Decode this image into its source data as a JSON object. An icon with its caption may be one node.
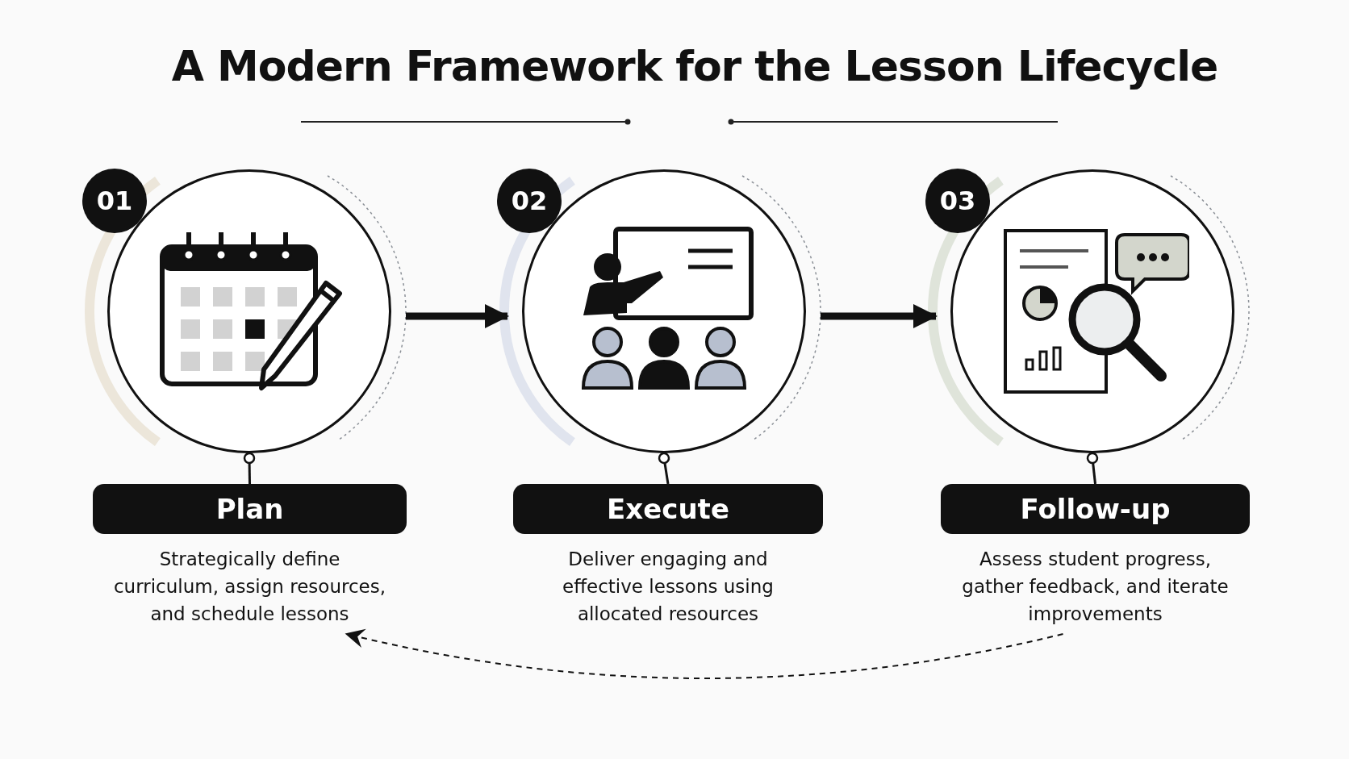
{
  "diagram": {
    "title": "A Modern Framework for the Lesson Lifecycle",
    "nodes": [
      {
        "text": [
          "01"
        ]
      },
      {
        "text": [
          "Plan"
        ],
        "beside": [
          "Strategically define curriculum, assign resources, and schedule lessons"
        ]
      },
      {
        "text": [
          "02"
        ]
      },
      {
        "text": [
          "Execute"
        ],
        "beside": [
          "Deliver engaging and effective lessons using allocated resources"
        ]
      },
      {
        "text": [
          "03"
        ]
      },
      {
        "text": [
          "Follow-up"
        ],
        "beside": [
          "Assess student progress, gather feedback, and iterate improvements"
        ]
      }
    ],
    "edges": [
      {
        "from": 0,
        "to": 1,
        "arrow": "other"
      },
      {
        "from": 0,
        "to": 2,
        "arrow": "to",
        "style": "thick"
      },
      {
        "from": 2,
        "to": 3,
        "arrow": "other"
      },
      {
        "from": 2,
        "to": 4,
        "arrow": "to",
        "style": "thick"
      },
      {
        "from": 4,
        "to": 5,
        "arrow": "other"
      },
      {
        "from": 5,
        "to": 1,
        "arrow": "to",
        "style": "dashed"
      }
    ]
  }
}
